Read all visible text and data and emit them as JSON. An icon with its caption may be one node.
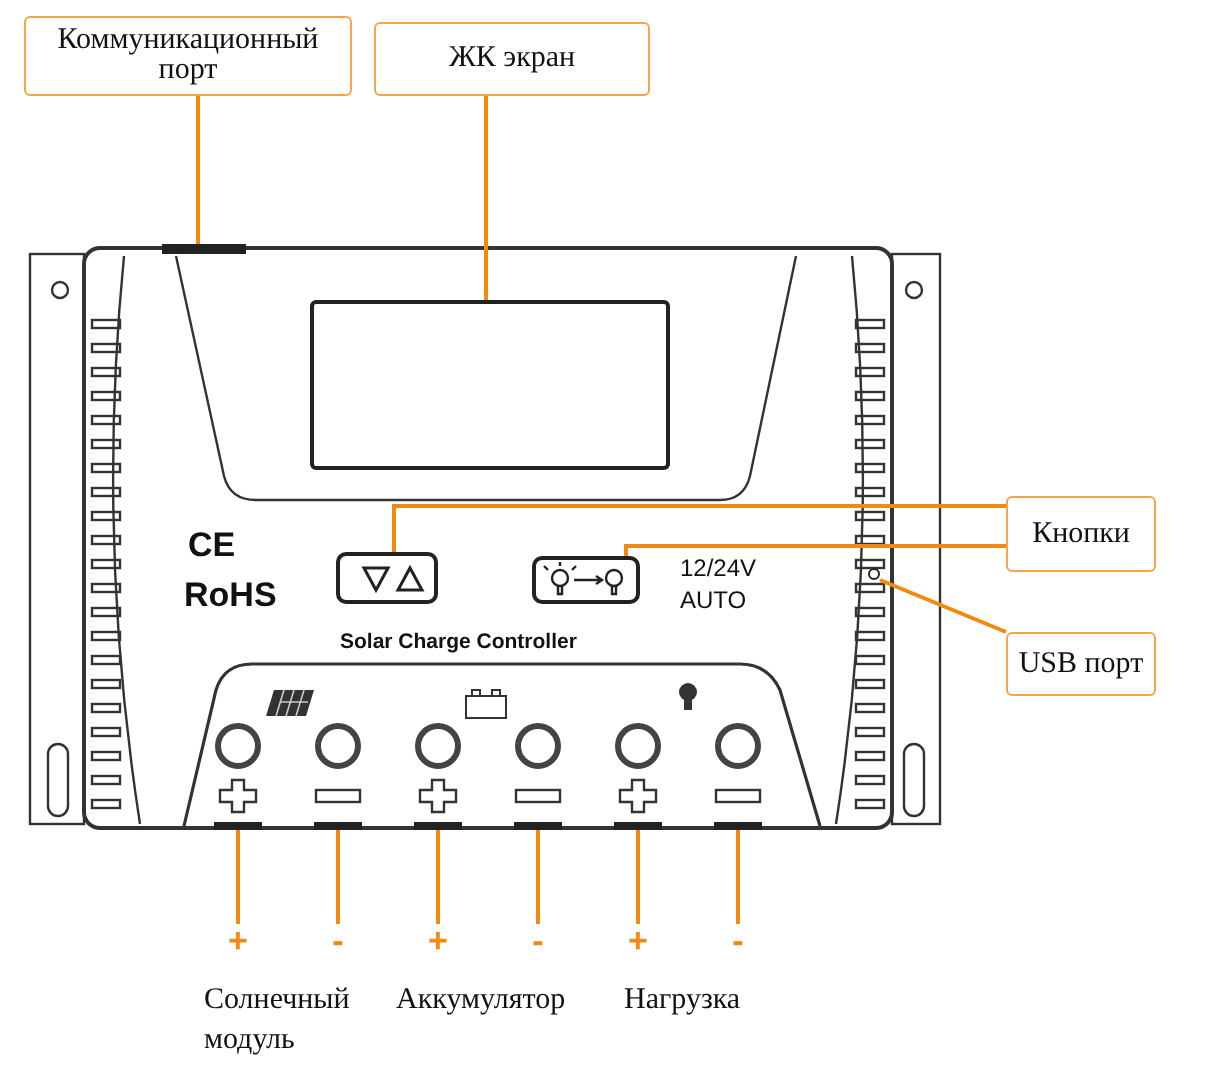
{
  "diagram": {
    "nodes": [
      {
        "text": [
          "Коммуникационный порт"
        ]
      },
      {
        "text": [
          "ЖК экран"
        ]
      },
      {
        "text": [
          "Кнопки"
        ]
      },
      {
        "text": [
          "USB порт"
        ]
      },
      {
        "text": [],
        "shape": "bar"
      },
      {
        "text": [],
        "shape": "box"
      },
      {
        "text": [],
        "shape": "button"
      },
      {
        "text": [],
        "shape": "button"
      },
      {
        "text": [],
        "shape": "box"
      },
      {
        "text": [],
        "shape": "bar"
      },
      {
        "text": [],
        "shape": "bar"
      },
      {
        "text": [],
        "shape": "bar"
      },
      {
        "text": [],
        "shape": "bar"
      },
      {
        "text": [],
        "shape": "bar"
      },
      {
        "text": [],
        "shape": "bar"
      },
      {
        "text": [
          "+"
        ]
      },
      {
        "text": [
          "-"
        ]
      },
      {
        "text": [
          "+"
        ]
      },
      {
        "text": [
          "-"
        ]
      },
      {
        "text": [
          "+"
        ]
      },
      {
        "text": [
          "-"
        ]
      }
    ],
    "edges": [
      {
        "from": 0,
        "to": 4,
        "arrow": "none"
      },
      {
        "from": 1,
        "to": 5,
        "arrow": "none"
      },
      {
        "from": 2,
        "to": 6,
        "arrow": "none"
      },
      {
        "from": 2,
        "to": 7,
        "arrow": "none"
      },
      {
        "from": 3,
        "to": 8,
        "arrow": "none"
      },
      {
        "from": 9,
        "to": 15,
        "arrow": "none"
      },
      {
        "from": 10,
        "to": 16,
        "arrow": "none"
      },
      {
        "from": 11,
        "to": 17,
        "arrow": "none"
      },
      {
        "from": 12,
        "to": 18,
        "arrow": "none"
      },
      {
        "from": 13,
        "to": 19,
        "arrow": "none"
      },
      {
        "from": 14,
        "to": 20,
        "arrow": "none"
      }
    ],
    "labels": [
      "CE",
      "RoHS",
      "12/24V AUTO",
      "Solar Charge Controller",
      "Солнечный модуль",
      "Аккумулятор",
      "Нагрузка"
    ]
  }
}
